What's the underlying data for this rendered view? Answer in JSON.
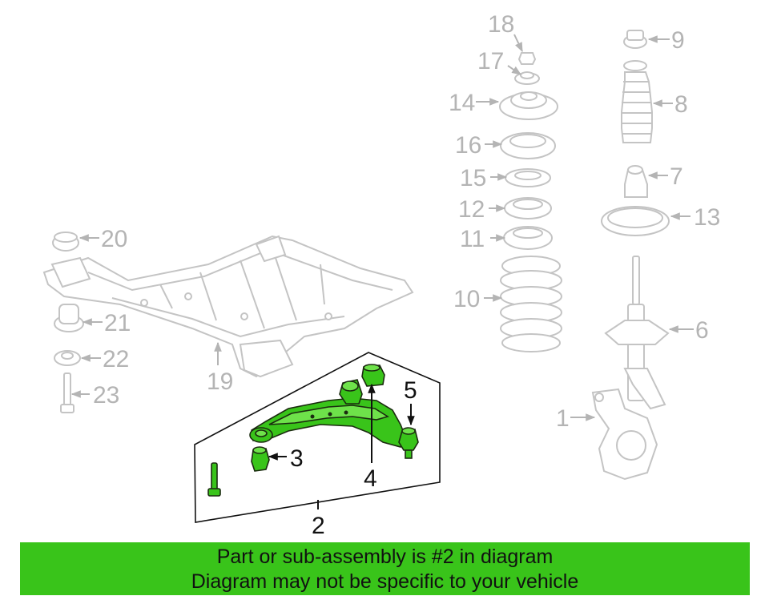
{
  "colors": {
    "highlight": "#39c41a",
    "highlight_part": "#6ee24a",
    "faded": "#c4c4c4",
    "ink": "#111111"
  },
  "callouts": {
    "c1": "1",
    "c2": "2",
    "c3": "3",
    "c4": "4",
    "c5": "5",
    "c6": "6",
    "c7": "7",
    "c8": "8",
    "c9": "9",
    "c10": "10",
    "c11": "11",
    "c12": "12",
    "c13": "13",
    "c14": "14",
    "c15": "15",
    "c16": "16",
    "c17": "17",
    "c18": "18",
    "c19": "19",
    "c20": "20",
    "c21": "21",
    "c22": "22",
    "c23": "23"
  },
  "banner": {
    "line1": "Part or sub-assembly is #2 in diagram",
    "line2": "Diagram may not be specific to your vehicle"
  }
}
